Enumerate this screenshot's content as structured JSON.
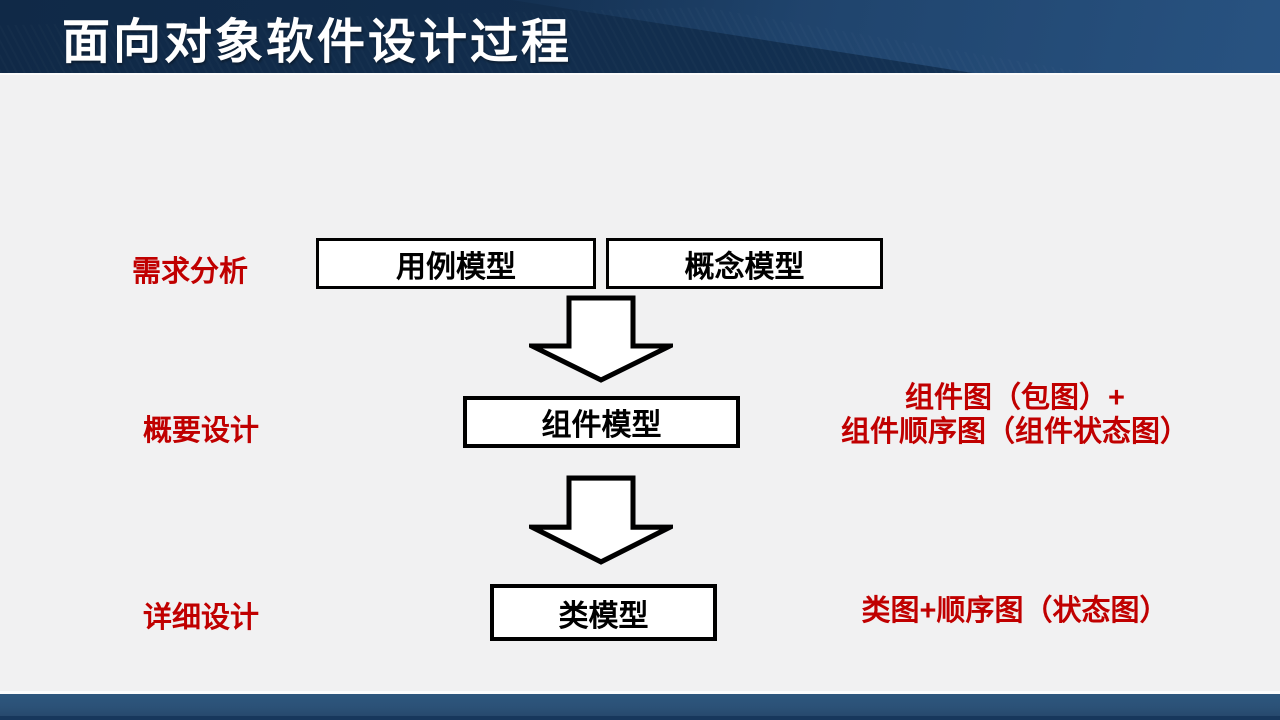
{
  "colors": {
    "header_bg": "#122e4e",
    "header_light": "#1d466f",
    "content_bg": "#f1f1f2",
    "accent_red": "#c00000",
    "box_fill": "#ffffff",
    "box_border": "#000000",
    "text_black": "#000000",
    "title_white": "#ffffff",
    "footer_bar": "#2b5177",
    "footer_edge": "#17375c"
  },
  "header": {
    "title": "面向对象软件设计过程"
  },
  "diagram": {
    "stages": [
      {
        "label": "需求分析"
      },
      {
        "label": "概要设计"
      },
      {
        "label": "详细设计"
      }
    ],
    "boxes": [
      {
        "label": "用例模型"
      },
      {
        "label": "概念模型"
      },
      {
        "label": "组件模型"
      },
      {
        "label": "类模型"
      }
    ],
    "annotations": [
      {
        "line1": "组件图（包图）+",
        "line2": "组件顺序图（组件状态图）"
      },
      {
        "line1": "类图+顺序图（状态图）"
      }
    ],
    "arrows": [
      {
        "name": "down-arrow"
      },
      {
        "name": "down-arrow"
      }
    ]
  }
}
